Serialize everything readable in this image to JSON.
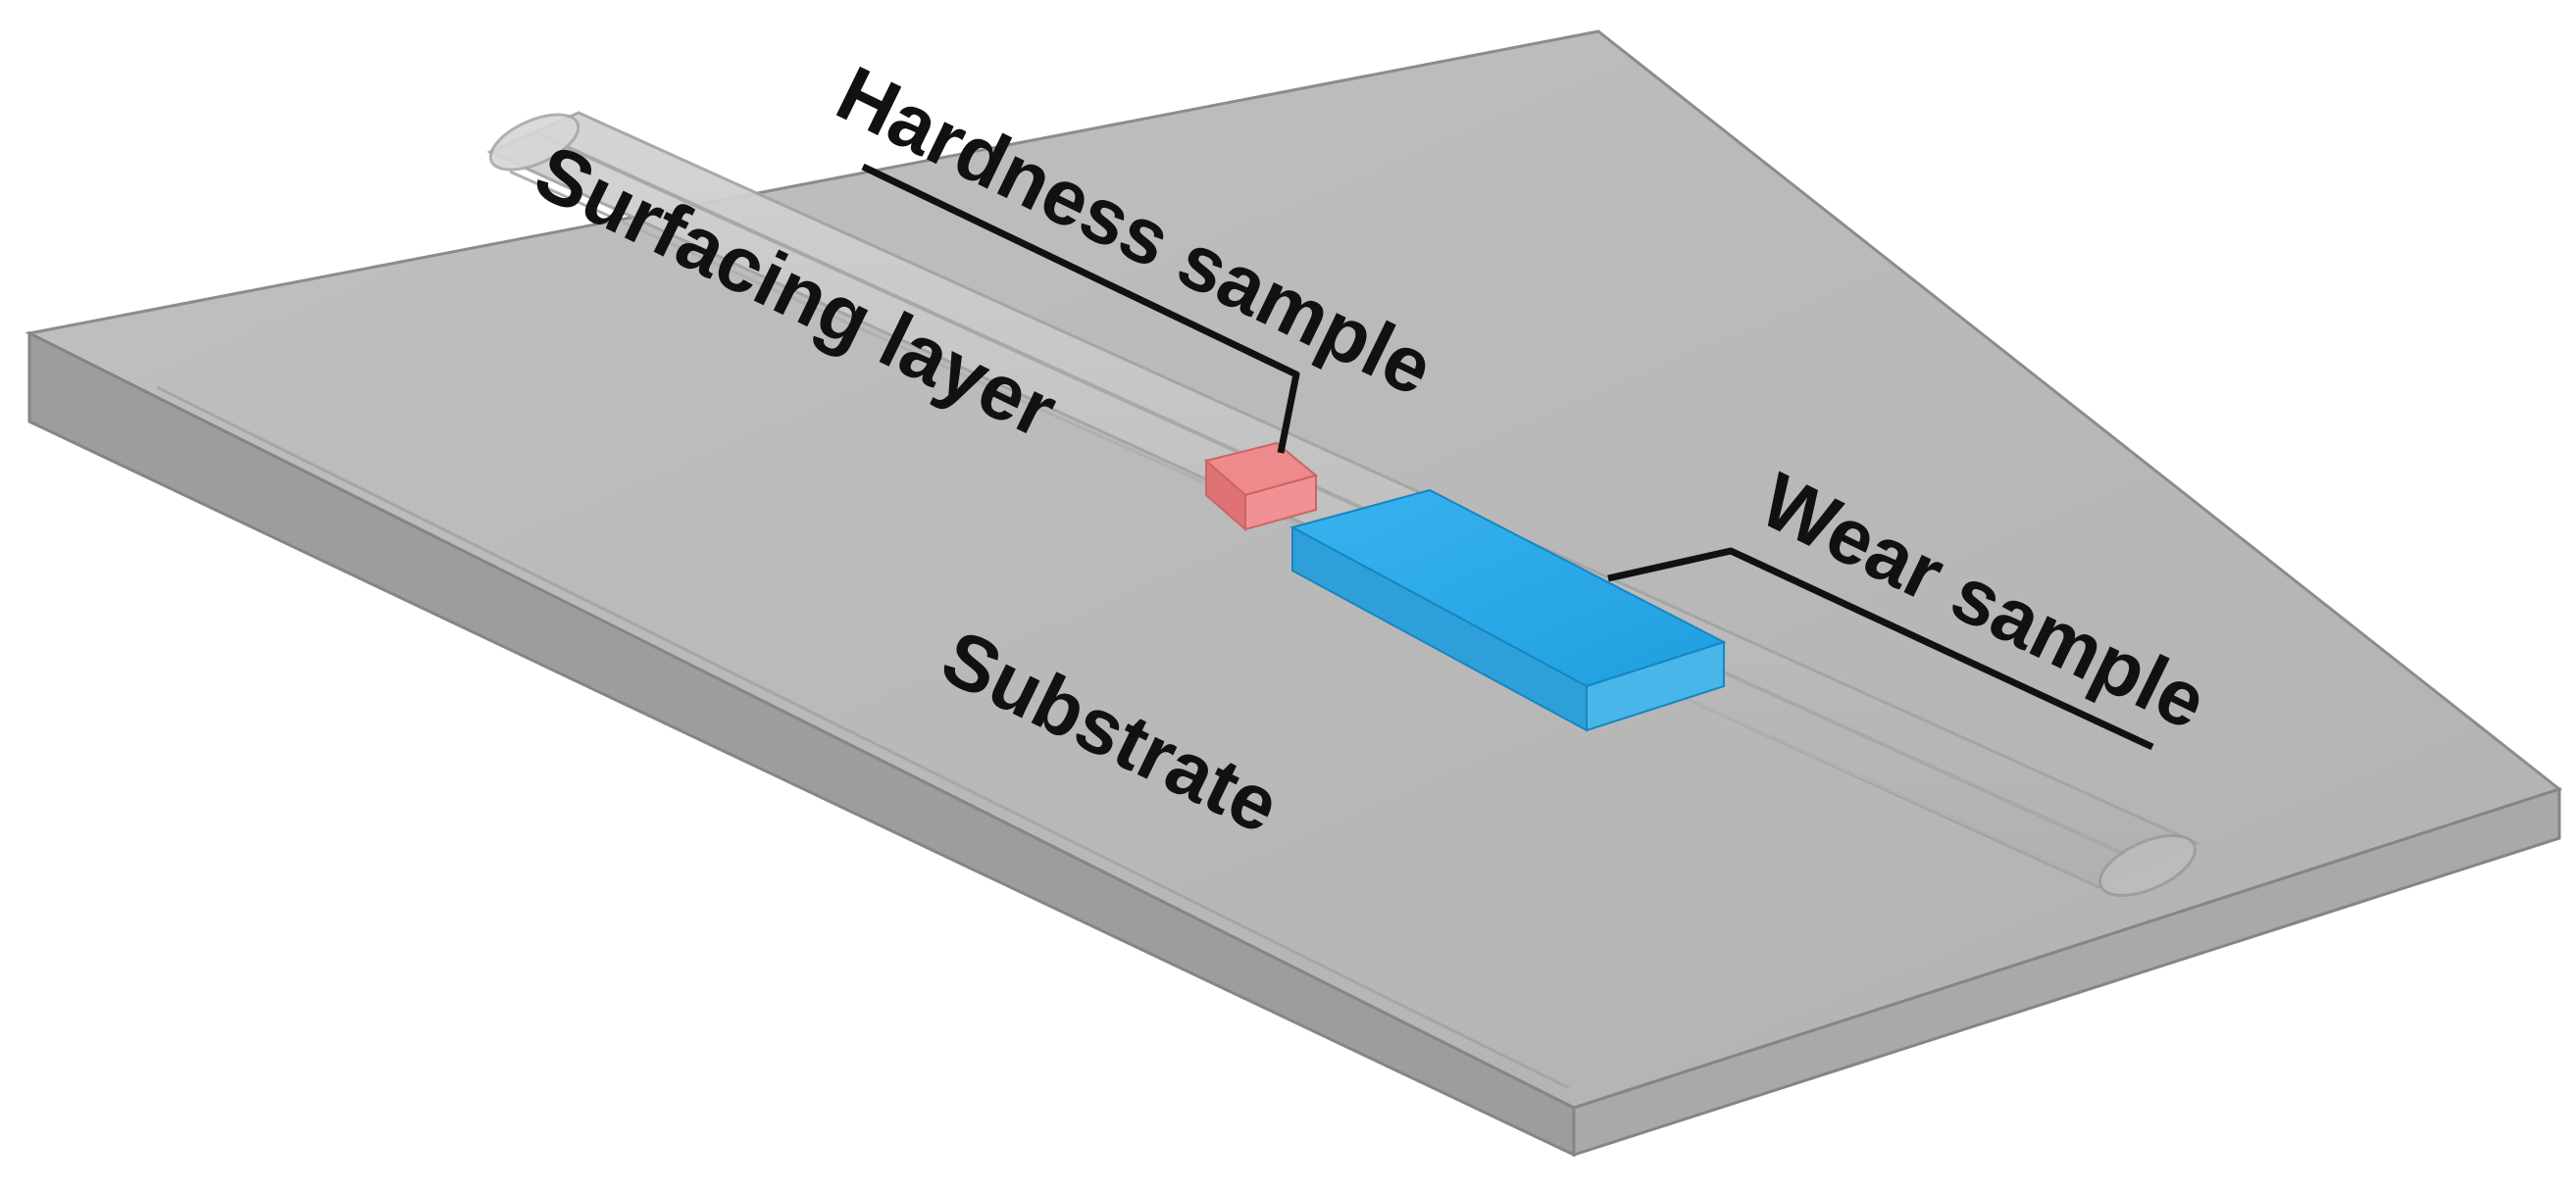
{
  "labels": {
    "hardness": "Hardness sample",
    "surfacing": "Surfacing layer",
    "wear": "Wear sample",
    "substrate": "Substrate"
  },
  "colors": {
    "plate_top": "#b9b9b9",
    "plate_front": "#9e9e9e",
    "plate_side": "#aaaaaa",
    "plate_edge": "#8f8f8f",
    "bead": "#c4c4c4",
    "hardness_sample": "#e8797c",
    "wear_sample": "#2aa7e6",
    "text": "#111111"
  }
}
